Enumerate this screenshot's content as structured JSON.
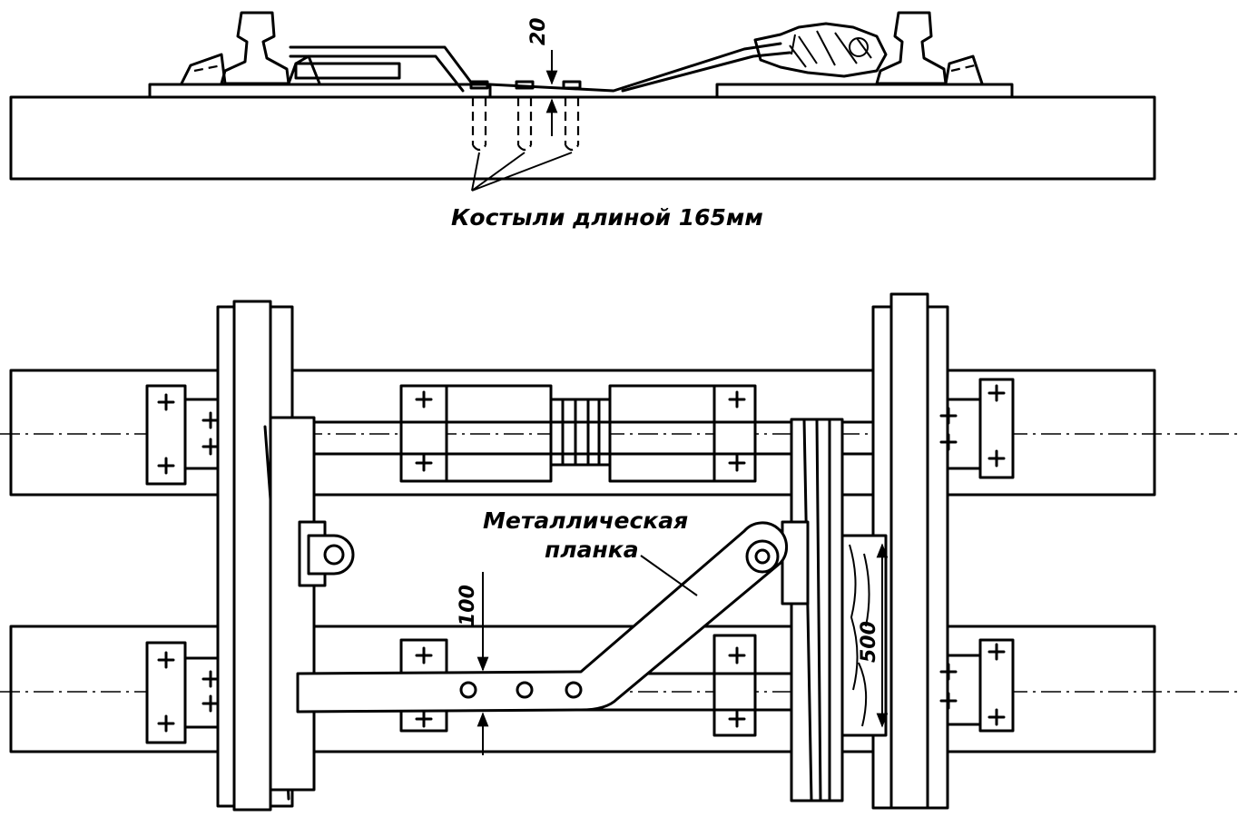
{
  "labels": {
    "spikes": "Костыли длиной 165мм",
    "plate_line1": "Металлическая",
    "plate_line2": "планка",
    "dim_20": "20",
    "dim_100": "100",
    "dim_500": "500"
  },
  "colors": {
    "ink": "#000000",
    "paper": "#ffffff"
  }
}
